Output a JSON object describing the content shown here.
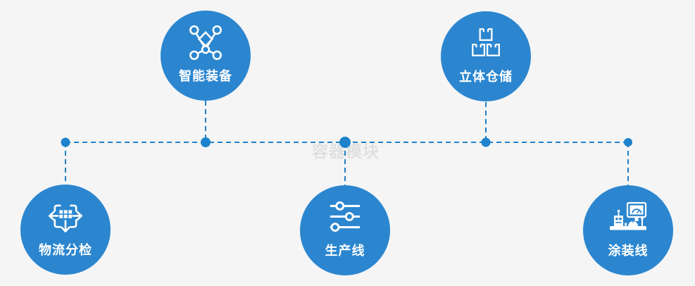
{
  "page": {
    "watermark": "容器模块",
    "background_color": "#f5f5f6"
  },
  "colors": {
    "node_fill": "#2b86cf",
    "connector_line": "#1f7fc4",
    "connector_dot": "#1e82cd",
    "label_text": "#ffffff",
    "watermark_text": "#e0e0e1",
    "icon_stroke": "#ffffff"
  },
  "nodes": [
    {
      "id": "smart-equipment",
      "label": "智能装备",
      "icon": "network-nodes-icon"
    },
    {
      "id": "stereoscopic-warehouse",
      "label": "立体仓储",
      "icon": "stacked-boxes-icon"
    },
    {
      "id": "logistics-sorting",
      "label": "物流分检",
      "icon": "sorting-arrows-icon"
    },
    {
      "id": "production-line",
      "label": "生产线",
      "icon": "sliders-icon"
    },
    {
      "id": "coating-line",
      "label": "涂装线",
      "icon": "console-monitor-icon"
    }
  ]
}
